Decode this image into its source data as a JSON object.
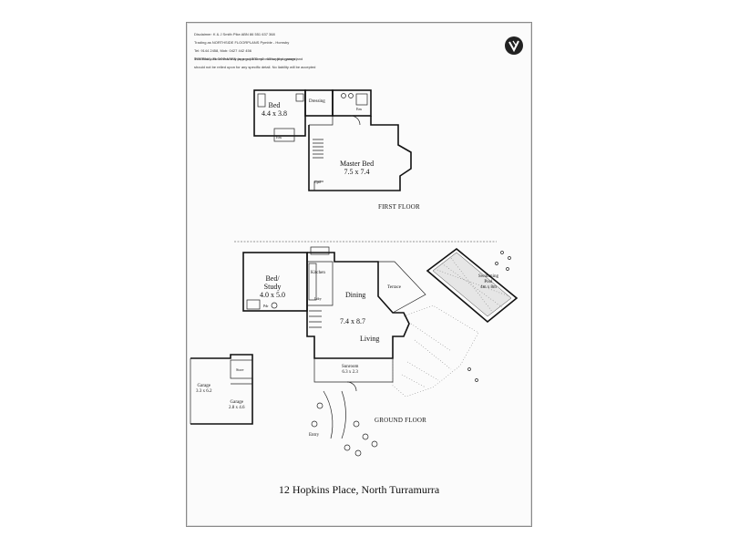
{
  "disclaimer": {
    "lines": [
      "Disclaimer: K & J Smith Pike ABN 86 551 637 368",
      "Trading as NORTHSIDE FLOORPLANS Pymble - Hornsby",
      "Tel: 9144 2458, Mob: 0427 442 456",
      "This floor plan serves only as a guide for promotional purposes and",
      "should not be relied upon for any specific detail. No liability will be accepted"
    ]
  },
  "floor_area_note": "INTERNAL FLOOR AREA (approx) 330 m2 : 15 sq (incl garage)",
  "first_floor": {
    "title": "FIRST FLOOR",
    "rooms": {
      "bed_name": "Bed",
      "bed_size": "4.4 x 3.8",
      "dressing": "Dressing",
      "ens_top": "Ens",
      "ens_left": "Ens",
      "master_name": "Master Bed",
      "master_size": "7.5 x 7.4",
      "cpd": "Cpd"
    }
  },
  "ground_floor": {
    "title": "GROUND FLOOR",
    "rooms": {
      "bed_name": "Bed/",
      "bed_name2": "Study",
      "bed_size": "4.0 x 5.0",
      "kitchen": "Kitchen",
      "dining": "Dining",
      "terrace": "Terrace",
      "living_size": "7.4 x 8.7",
      "living": "Living",
      "sunroom_name": "Sunroom",
      "sunroom_size": "6.3 x 2.3",
      "pool_name": "Swimming",
      "pool_name2": "Pool",
      "pool_size": "4m x 8m",
      "entry": "Entry",
      "ldry": "Ldry",
      "pdr": "Pdr"
    }
  },
  "garage": {
    "store": "Store",
    "g1_name": "Garage",
    "g1_size": "3.3 x 6.2",
    "g2_name": "Garage",
    "g2_size": "2.8 x 4.6"
  },
  "address": "12 Hopkins Place, North Turramurra"
}
